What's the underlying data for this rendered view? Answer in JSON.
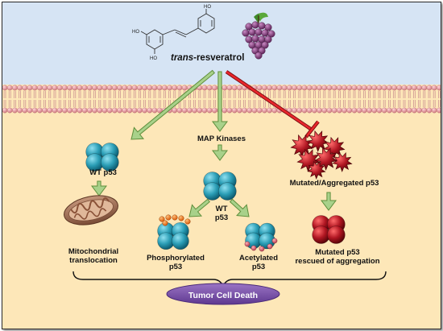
{
  "compound": {
    "italic": "trans",
    "rest": "-resveratrol"
  },
  "molecule_labels": {
    "oh": "HO"
  },
  "labels": {
    "wt_p53_left": "WT p53",
    "map_kinases": "MAP Kinases",
    "wt_p53_center_line1": "WT",
    "wt_p53_center_line2": "p53",
    "mutated_aggregated": "Mutated/Aggregated p53",
    "mitochondrial_line1": "Mitochondrial",
    "mitochondrial_line2": "translocation",
    "phosphorylated_line1": "Phosphorylated",
    "phosphorylated_line2": "p53",
    "acetylated_line1": "Acetylated",
    "acetylated_line2": "p53",
    "mutated_rescued_line1": "Mutated p53",
    "mutated_rescued_line2": "rescued of aggregation"
  },
  "outcome": "Tumor Cell Death",
  "colors": {
    "extracellular": "#d6e4f4",
    "cytoplasm": "#fde7b8",
    "membrane_head": "#e8a0a4",
    "activation_arrow": "#a8d18a",
    "inhibition_arrow": "#e8262b",
    "wt_protein": "#2a9db5",
    "mutated_protein": "#b01622",
    "phosphate": "#f07a1a",
    "acetyl": "#d86070",
    "outcome_pill": "#7a4fa8"
  }
}
